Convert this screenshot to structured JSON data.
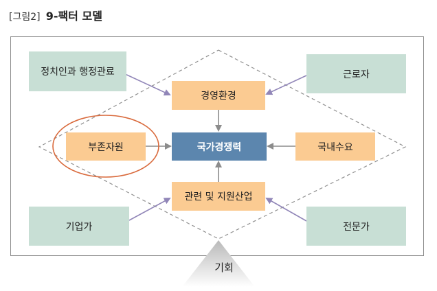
{
  "caption": {
    "figure_label": "[그림2]",
    "title": "9-팩터 모델"
  },
  "boxes": {
    "politicians": "정치인과 행정관료",
    "workers": "근로자",
    "business_env": "경영환경",
    "resources": "부존자원",
    "competitiveness": "국가경쟁력",
    "domestic_demand": "국내수요",
    "industries": "관련 및 지원산업",
    "entrepreneurs": "기업가",
    "professionals": "전문가"
  },
  "opportunity": "기회",
  "colors": {
    "outer_box": "#c8dfd5",
    "inner_box": "#fbcb92",
    "center_box": "#5c86ae",
    "arrow": "#9186b8",
    "highlight": "#d96a3c"
  }
}
